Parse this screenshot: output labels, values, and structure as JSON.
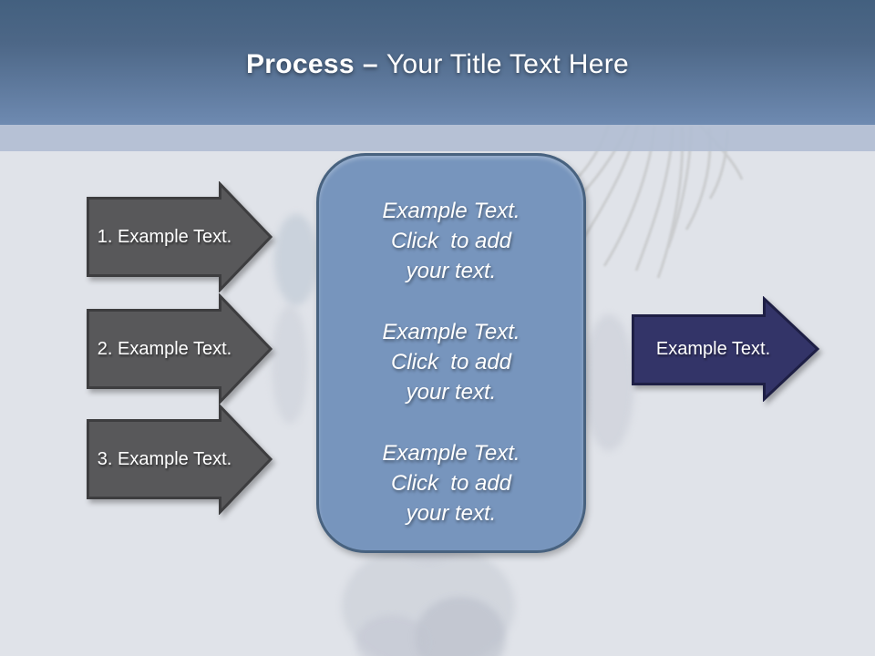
{
  "slide": {
    "title": {
      "bold": "Process",
      "dash": "–",
      "rest": "Your Title Text Here"
    },
    "left_arrows": [
      {
        "label": "1. Example Text."
      },
      {
        "label": "2. Example Text."
      },
      {
        "label": "3. Example Text."
      }
    ],
    "center_panel": {
      "blocks": [
        {
          "line1": "Example Text.",
          "line2": "Click  to add",
          "line3": "your text."
        },
        {
          "line1": "Example Text.",
          "line2": "Click  to add",
          "line3": "your text."
        },
        {
          "line1": "Example Text.",
          "line2": "Click  to add",
          "line3": "your text."
        }
      ]
    },
    "right_arrow": {
      "label": "Example Text."
    },
    "colors": {
      "header_top": "#43607f",
      "header_bottom": "#6e8ab1",
      "accent_band": "#b2becf",
      "background": "#e0e3e9",
      "gray_arrow_fill": "#58585a",
      "gray_arrow_border": "#3d3d3f",
      "navy_arrow_fill": "#333468",
      "navy_arrow_border": "#1e1f45",
      "panel_fill": "#7795bd",
      "panel_border": "#48627f",
      "text": "#ffffff"
    }
  }
}
